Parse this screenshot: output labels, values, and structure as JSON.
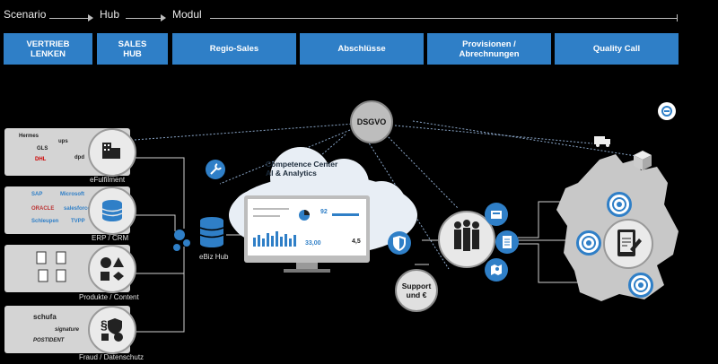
{
  "header": {
    "scenario": "Scenario",
    "hub": "Hub",
    "modul": "Modul"
  },
  "tabs": {
    "vertrieb": "VERTRIEB\nLENKEN",
    "sales_hub": "SALES\nHUB",
    "regio_sales": "Regio-Sales",
    "abschluesse": "Abschlüsse",
    "provisionen": "Provisionen /\nAbrechnungen",
    "quality_call": "Quality Call"
  },
  "sources": {
    "efulfilment": {
      "label": "eFulfilment",
      "logos": [
        "Hermes",
        "GLS",
        "ups",
        "DHL",
        "dpd"
      ]
    },
    "erp": {
      "label": "ERP / CRM",
      "logos": [
        "SAP",
        "Microsoft",
        "ORACLE",
        "salesforce",
        "Schleupen",
        "TVPP"
      ]
    },
    "produkte": {
      "label": "Produkte / Content"
    },
    "fraud": {
      "label": "Fraud / Datenschutz",
      "logos": [
        "schufa",
        "signature",
        "POSTIDENT"
      ]
    }
  },
  "hub": {
    "label": "eBiz Hub"
  },
  "center": {
    "cloud_title": "Competence Center\nAI & Analytics",
    "dashboard_numbers": [
      "92",
      "33,00",
      "4,5"
    ]
  },
  "nodes": {
    "dsgvo": "DSGVO",
    "support": "Support\nund €"
  },
  "colors": {
    "accent": "#2f7fc7",
    "background": "#000000",
    "panel": "#d4d4d4"
  },
  "icons": [
    "truck-icon",
    "package-icon",
    "wrench-icon",
    "shield-icon",
    "database-icon",
    "people-icon",
    "tablet-sign-icon",
    "target-icon",
    "link-icon"
  ]
}
